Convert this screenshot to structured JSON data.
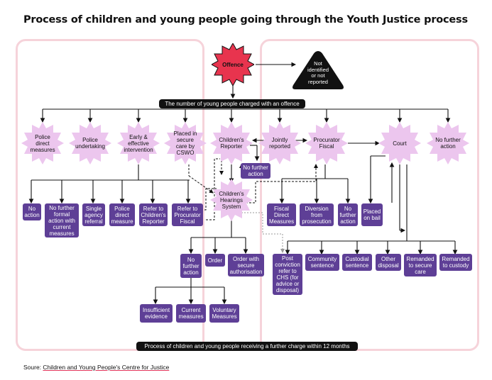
{
  "title": "Process of children and young people going through the Youth Justice process",
  "offence": "Offence",
  "not_identified": "Not identified or not reported",
  "charged_band": "The number of young people charged with an offence",
  "further_charge_band": "Process of children and young people receiving a further charge within 12 months",
  "bursts": {
    "police_direct": "Police direct measures",
    "police_undertaking": "Police undertaking",
    "early_effective": "Early & effective intervention",
    "placed_secure": "Placed in secure care by CSWO",
    "childrens_reporter": "Children's Reporter",
    "jointly_reported": "Jointly reported",
    "procurator_fiscal": "Procurator Fiscal",
    "court": "Court",
    "no_further_action": "No further action",
    "hearings_system": "Children's Hearings System"
  },
  "boxes": {
    "no_action": "No action",
    "no_further_formal": "No further formal action with current measures",
    "single_agency": "Single agency referral",
    "police_direct_measure": "Police direct measure",
    "refer_childrens_reporter": "Refer to Children's Reporter",
    "refer_procurator_fiscal": "Refer to Procurator Fiscal",
    "reporter_no_further": "No further action",
    "fiscal_direct": "Fiscal Direct Measures",
    "diversion": "Diversion from prosecution",
    "pf_no_further": "No further action",
    "placed_on_bail": "Placed on bail",
    "chs_no_further": "No further action",
    "order": "Order",
    "order_secure": "Order with secure authorisation",
    "post_conviction": "Post conviction refer to CHS (for advice or disposal)",
    "community_sentence": "Community sentence",
    "custodial_sentence": "Custodial sentence",
    "other_disposal": "Other disposal",
    "remanded_secure": "Remanded to secure care",
    "remanded_custody": "Remanded to custody",
    "insufficient_evidence": "Insufficient evidence",
    "current_measures": "Current measures",
    "voluntary_measures": "Voluntary Measures"
  },
  "source_label": "Soure:",
  "source_link": "Children and Young People's Centre for Justice",
  "colors": {
    "pink_burst": "#ecc6ee",
    "purple_box": "#5e3f96",
    "frame": "#f6d3da",
    "offence_red": "#e8344e",
    "dark": "#111111"
  }
}
